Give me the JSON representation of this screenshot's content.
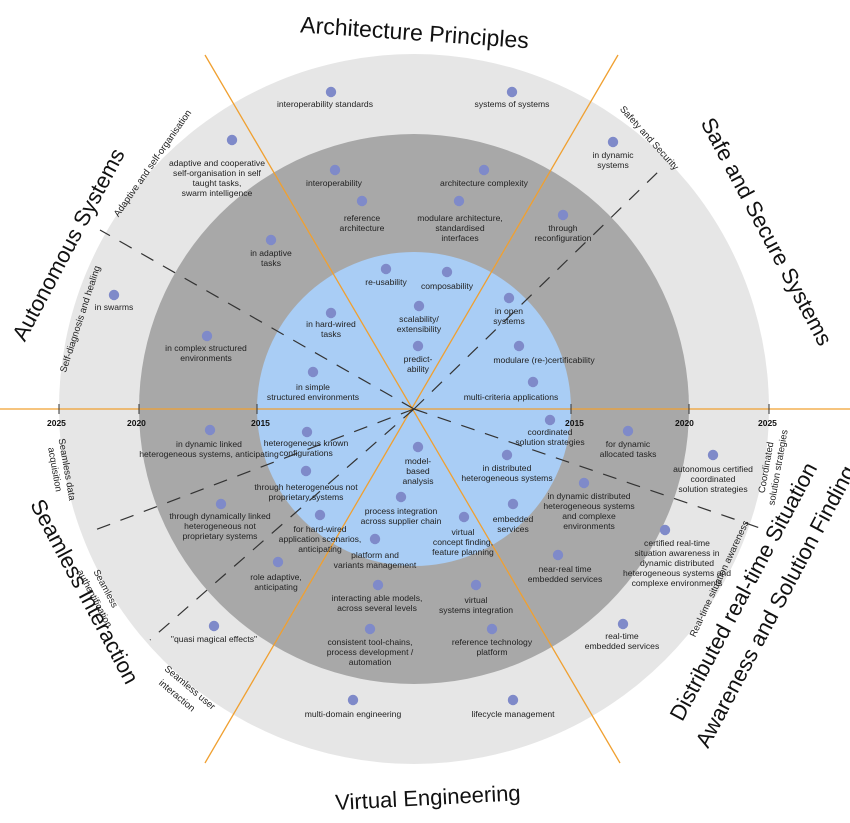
{
  "colors": {
    "outer_ring": "#e6e6e6",
    "middle_ring": "#a8a8a8",
    "inner_circle": "#a9cdf5",
    "axis_lines": "#f0a030",
    "dots": "#7f8ac9",
    "dashed_lines": "#333333"
  },
  "sectors": {
    "architecture": "Architecture Principles",
    "safety": "Safe and Secure Systems",
    "distributed_1": "Distributed real-time Situation",
    "distributed_2": "Awareness and Solution Finding",
    "virtual": "Virtual Engineering",
    "seamless": "Seamless Interaction",
    "autonomous": "Autonomous Systems"
  },
  "subsectors": {
    "adaptive": "Adaptive and self-organisation",
    "self_diag": "Self-diagnosis and healing",
    "safety_security": "Safety and Security",
    "coordinated_1": "Coordinated",
    "coordinated_2": "solution strategies",
    "realtime_awareness": "Real-time situation awareness",
    "data_acq_1": "Seamless data",
    "data_acq_2": "acquisition",
    "auth_1": "Seamless",
    "auth_2": "authentification",
    "user_1": "Seamless user",
    "user_2": "interaction"
  },
  "years": {
    "left_2025": "2025",
    "left_2020": "2020",
    "left_2015": "2015",
    "right_2015": "2015",
    "right_2020": "2020",
    "right_2025": "2025"
  },
  "items": {
    "interop_std": [
      "interoperability standards"
    ],
    "sys_of_sys": [
      "systems of systems"
    ],
    "dyn_systems": [
      "in dynamic",
      "systems"
    ],
    "adaptive_coop": [
      "adaptive and cooperative",
      "self-organisation in self",
      "taught tasks,",
      "swarm intelligence"
    ],
    "interoperability": [
      "interoperability"
    ],
    "arch_complexity": [
      "architecture complexity"
    ],
    "reference_arch": [
      "reference",
      "architecture"
    ],
    "modular_arch": [
      "modulare architecture,",
      "standardised",
      "interfaces"
    ],
    "through_reconf": [
      "through",
      "reconfiguration"
    ],
    "adaptive_tasks": [
      "in adaptive",
      "tasks"
    ],
    "swarms": [
      "in swarms"
    ],
    "reusability": [
      "re-usability"
    ],
    "composability": [
      "composability"
    ],
    "hard_wired": [
      "in hard-wired",
      "tasks"
    ],
    "scalability": [
      "scalability/",
      "extensibility"
    ],
    "open_systems": [
      "in open",
      "systems"
    ],
    "complex_env": [
      "in complex structured",
      "environments"
    ],
    "predictability": [
      "predict-",
      "ability"
    ],
    "certifiability": [
      "modulare (re-)certificability"
    ],
    "simple_env": [
      "in simple",
      "structured environments"
    ],
    "multi_criteria": [
      "multi-criteria applications"
    ],
    "dyn_linked": [
      "in dynamic linked",
      "heterogeneous systems, anticipating"
    ],
    "het_known": [
      "heterogeneous known",
      "configurations"
    ],
    "model_based": [
      "model-",
      "based",
      "analysis"
    ],
    "coord_strategies": [
      "coordinated",
      "solution strategies"
    ],
    "dyn_allocated": [
      "for dynamic",
      "allocated tasks"
    ],
    "auto_certified": [
      "autonomous certified",
      "coordinated",
      "solution strategies"
    ],
    "through_het": [
      "through heterogeneous not",
      "proprietary systems"
    ],
    "distributed_sys": [
      "in distributed",
      "heterogeneous systems"
    ],
    "through_dyn_linked": [
      "through dynamically linked",
      "heterogeneous not",
      "proprietary systems"
    ],
    "process_integration": [
      "process integration",
      "across supplier chain"
    ],
    "dyn_distributed": [
      "in dynamic distributed",
      "heterogeneous systems",
      "and complexe",
      "environments"
    ],
    "embedded": [
      "embedded",
      "services"
    ],
    "hard_wired_app": [
      "for hard-wired",
      "application scenarios,",
      "anticipating"
    ],
    "virtual_concept": [
      "virtual",
      "concept finding,",
      "feature planning"
    ],
    "certified_rt": [
      "certified real-time",
      "situation awareness in",
      "dynamic distributed",
      "heterogeneous systems and",
      "complexe environments"
    ],
    "platform_variants": [
      "platform and",
      "variants management"
    ],
    "near_rt": [
      "near-real time",
      "embedded services"
    ],
    "role_adaptive": [
      "role adaptive,",
      "anticipating"
    ],
    "interacting_models": [
      "interacting able models,",
      "across several levels"
    ],
    "virtual_sys_int": [
      "virtual",
      "systems integration"
    ],
    "realtime_emb": [
      "real-time",
      "embedded services"
    ],
    "quasi_magical": [
      "\"quasi magical effects\""
    ],
    "toolchains": [
      "consistent tool-chains,",
      "process development /",
      "automation"
    ],
    "ref_tech_platform": [
      "reference technology",
      "platform"
    ],
    "multi_domain": [
      "multi-domain engineering"
    ],
    "lifecycle": [
      "lifecycle management"
    ]
  }
}
